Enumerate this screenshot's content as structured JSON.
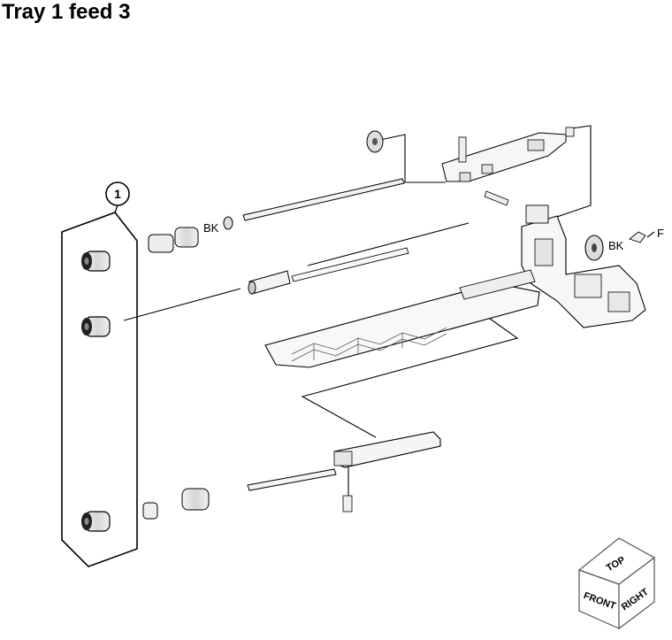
{
  "page": {
    "title": "Tray 1 feed 3"
  },
  "callouts": [
    {
      "number": "1"
    }
  ],
  "part_labels": {
    "bk_top": "BK",
    "bk_right": "BK",
    "f_right": "F"
  },
  "orientation_cube": {
    "top": "TOP",
    "front": "FRONT",
    "right": "RIGHT"
  }
}
